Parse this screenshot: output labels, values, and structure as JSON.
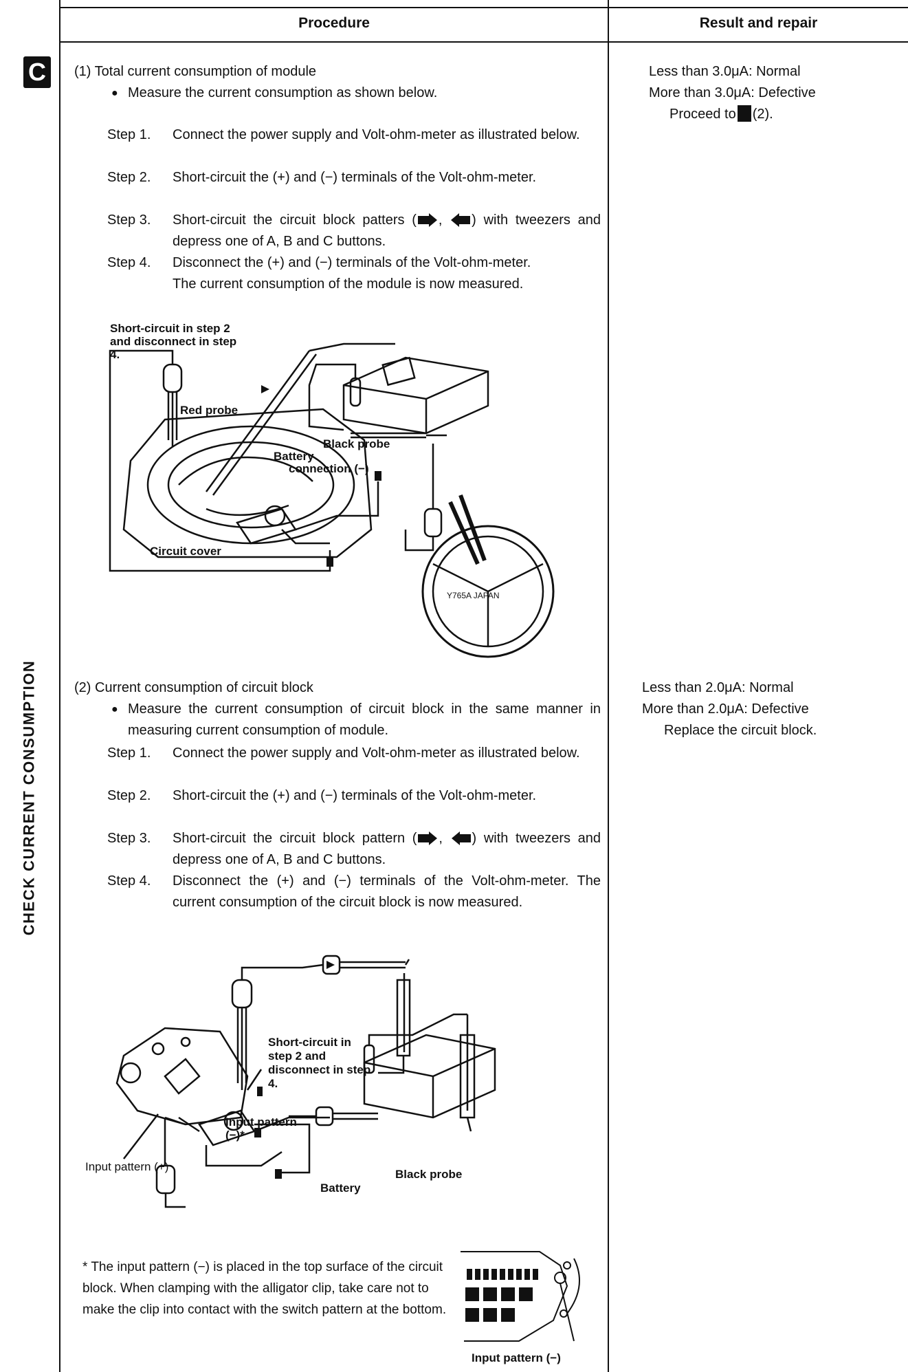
{
  "header": {
    "procedure": "Procedure",
    "result": "Result and repair"
  },
  "tab_letter": "C",
  "side_title": "CHECK CURRENT CONSUMPTION",
  "section1": {
    "title": "(1)  Total current consumption of module",
    "bullet": "Measure the current consumption as shown below.",
    "steps": [
      {
        "label": "Step 1.",
        "text": "Connect the power supply and Volt-ohm-meter as illustrated below."
      },
      {
        "label": "Step 2.",
        "text": "Short-circuit the (+) and (−) terminals of the Volt-ohm-meter."
      },
      {
        "label": "Step 3.",
        "text_a": "Short-circuit the circuit block patters (",
        "text_b": ") with tweezers and depress one of A, B and C buttons."
      },
      {
        "label": "Step 4.",
        "text": "Disconnect the (+) and (−) terminals of the Volt-ohm-meter.",
        "text2": "The current consumption of the module is now measured."
      }
    ],
    "result_lines": [
      "Less than 3.0μA: Normal",
      "More than 3.0μA: Defective"
    ],
    "result_proceed_a": "Proceed to",
    "result_proceed_b": "(2).",
    "diagram_labels": {
      "short_circuit": "Short-circuit in step 2 and disconnect in step 4.",
      "red_probe": "Red probe",
      "black_probe": "Black probe",
      "battery_connection_1": "Battery",
      "battery_connection_2": "connection (−)",
      "circuit_cover": "Circuit cover"
    }
  },
  "section2": {
    "title": "(2)  Current consumption of circuit block",
    "bullet": "Measure the current consumption of circuit block in the same manner in measuring current consumption of module.",
    "steps": [
      {
        "label": "Step 1.",
        "text": "Connect the power supply and Volt-ohm-meter as illustrated below."
      },
      {
        "label": "Step 2.",
        "text": "Short-circuit the (+) and (−) terminals of the Volt-ohm-meter."
      },
      {
        "label": "Step 3.",
        "text_a": "Short-circuit the circuit block pattern (",
        "text_b": ") with tweezers and depress one of A, B and C buttons."
      },
      {
        "label": "Step 4.",
        "text": "Disconnect the (+) and (−) terminals of the Volt-ohm-meter. The current consumption of the circuit block is now measured."
      }
    ],
    "result_lines": [
      "Less than 2.0μA: Normal",
      "More than 2.0μA: Defective",
      "Replace the circuit block."
    ],
    "diagram_labels": {
      "short_circuit": "Short-circuit in step 2 and disconnect in step 4.",
      "input_pattern_minus": "Input pattern",
      "input_pattern_minus_2": "(−)*",
      "input_pattern_plus": "Input pattern (+)",
      "battery": "Battery",
      "black_probe": "Black probe"
    },
    "footnote": "* The input pattern (−) is placed in the top surface of the circuit block. When clamping with the alligator clip, take care not to make the clip into contact with the switch pattern at the bottom.",
    "footnote_label": "Input pattern (−)"
  }
}
